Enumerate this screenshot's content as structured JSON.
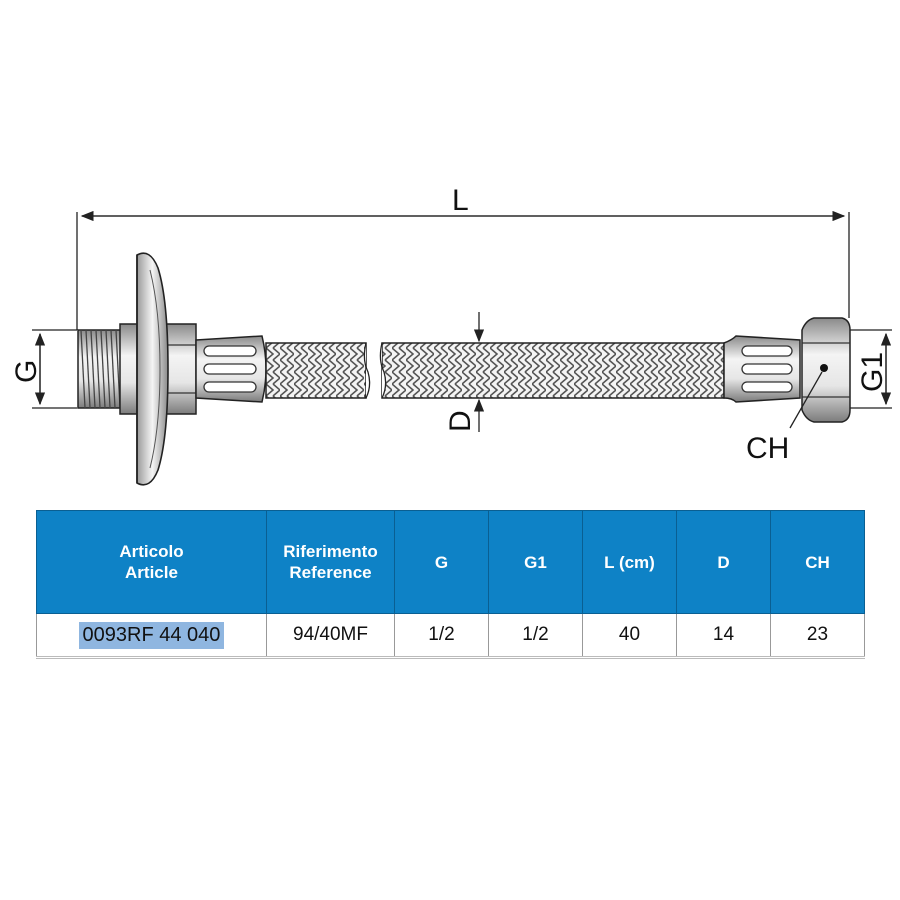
{
  "drawing": {
    "dimensions": {
      "length": "L",
      "thread_left": "G",
      "thread_right": "G1",
      "hose_diameter": "D",
      "hex_nut": "CH"
    },
    "colors": {
      "line": "#222222",
      "metal_light": "#f2f2f2",
      "metal_mid": "#c8c8c8",
      "metal_dark": "#8a8a8a"
    }
  },
  "table": {
    "header_color": "#0e82c6",
    "highlight_color": "#8fb6e0",
    "columns": [
      {
        "line1": "Articolo",
        "line2": "Article"
      },
      {
        "line1": "Riferimento",
        "line2": "Reference"
      },
      {
        "line1": "G",
        "line2": ""
      },
      {
        "line1": "G1",
        "line2": ""
      },
      {
        "line1": "L (cm)",
        "line2": ""
      },
      {
        "line1": "D",
        "line2": ""
      },
      {
        "line1": "CH",
        "line2": ""
      }
    ],
    "rows": [
      [
        "0093RF  44  040",
        "94/40MF",
        "1/2",
        "1/2",
        "40",
        "14",
        "23"
      ]
    ]
  }
}
